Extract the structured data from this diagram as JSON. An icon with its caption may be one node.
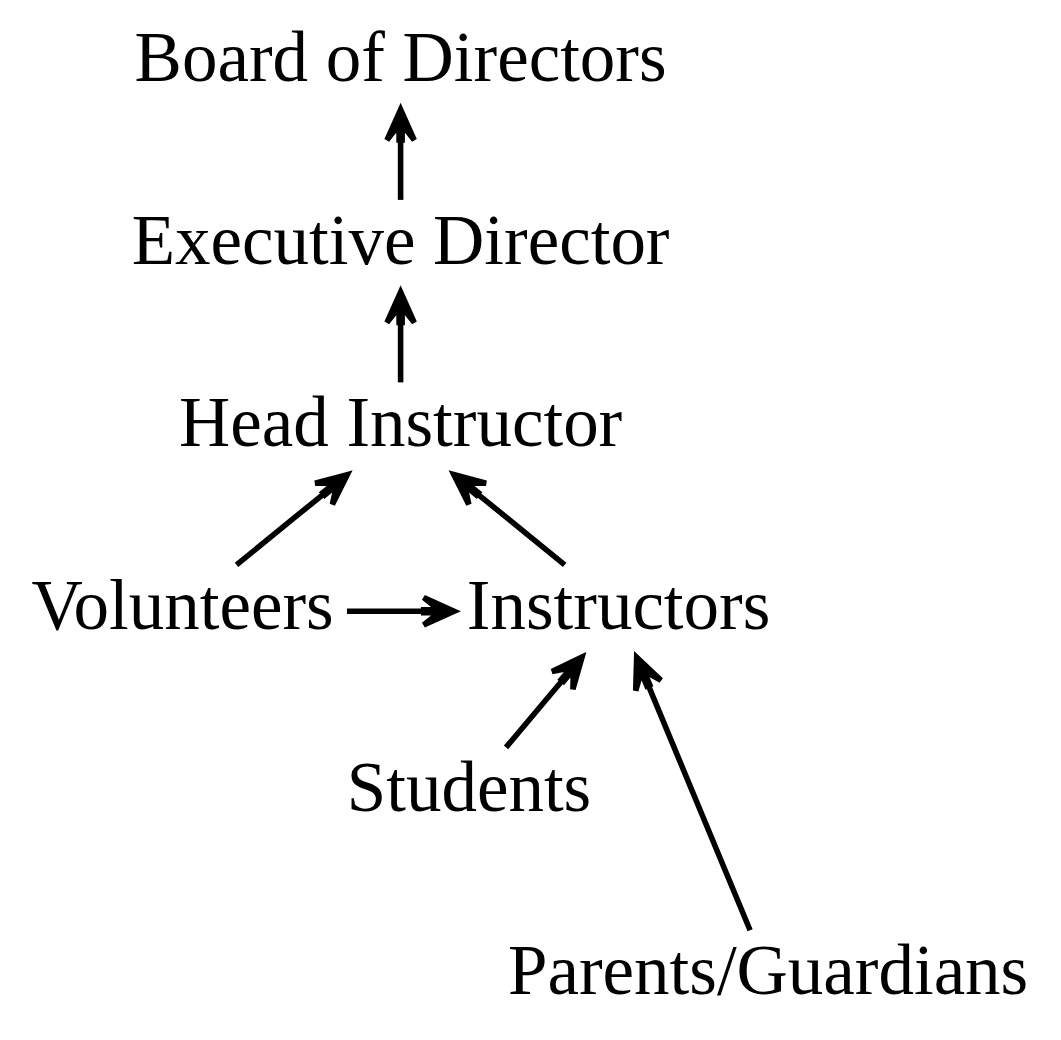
{
  "diagram": {
    "nodes": [
      {
        "text": [
          "Board of Directors"
        ]
      },
      {
        "text": [
          "Executive Director"
        ]
      },
      {
        "text": [
          "Head Instructor"
        ]
      },
      {
        "text": [
          "Volunteers"
        ]
      },
      {
        "text": [
          "Instructors"
        ]
      },
      {
        "text": [
          "Students"
        ]
      },
      {
        "text": [
          "Parents/Guardians"
        ]
      }
    ],
    "edges": [
      {
        "from": 1,
        "to": 0,
        "arrow": "to"
      },
      {
        "from": 2,
        "to": 1,
        "arrow": "to"
      },
      {
        "from": 3,
        "to": 2,
        "arrow": "to"
      },
      {
        "from": 4,
        "to": 2,
        "arrow": "to"
      },
      {
        "from": 3,
        "to": 4,
        "arrow": "to"
      },
      {
        "from": 5,
        "to": 4,
        "arrow": "to"
      },
      {
        "from": 6,
        "to": 4,
        "arrow": "to"
      }
    ]
  }
}
